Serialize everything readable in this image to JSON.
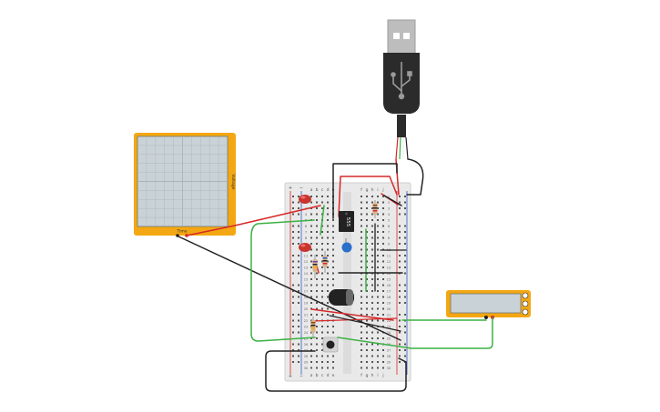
{
  "oscilloscope": {
    "axis_label_voltage": "Voltage",
    "axis_label_time": "Time"
  },
  "breadboard": {
    "column_letters_left": [
      "a",
      "b",
      "c",
      "d",
      "e"
    ],
    "column_letters_right": [
      "f",
      "g",
      "h",
      "i",
      "j"
    ],
    "row_labels": [
      "1",
      "2",
      "3",
      "4",
      "5",
      "6",
      "7",
      "8",
      "9",
      "10",
      "11",
      "12",
      "13",
      "14",
      "15",
      "16",
      "17",
      "18",
      "19",
      "20",
      "21",
      "22",
      "23",
      "24",
      "25",
      "26",
      "27",
      "28",
      "29",
      "30"
    ],
    "rail_plus": "+",
    "rail_minus": "−"
  },
  "ic": {
    "label": "555"
  },
  "usb": {
    "icon": "usb-trident-icon"
  },
  "colors": {
    "wire_red": "#d62828",
    "wire_green": "#3bb143",
    "wire_black": "#222222",
    "instrument_orange": "#f3a712",
    "screen_grey": "#c9d2d6"
  }
}
